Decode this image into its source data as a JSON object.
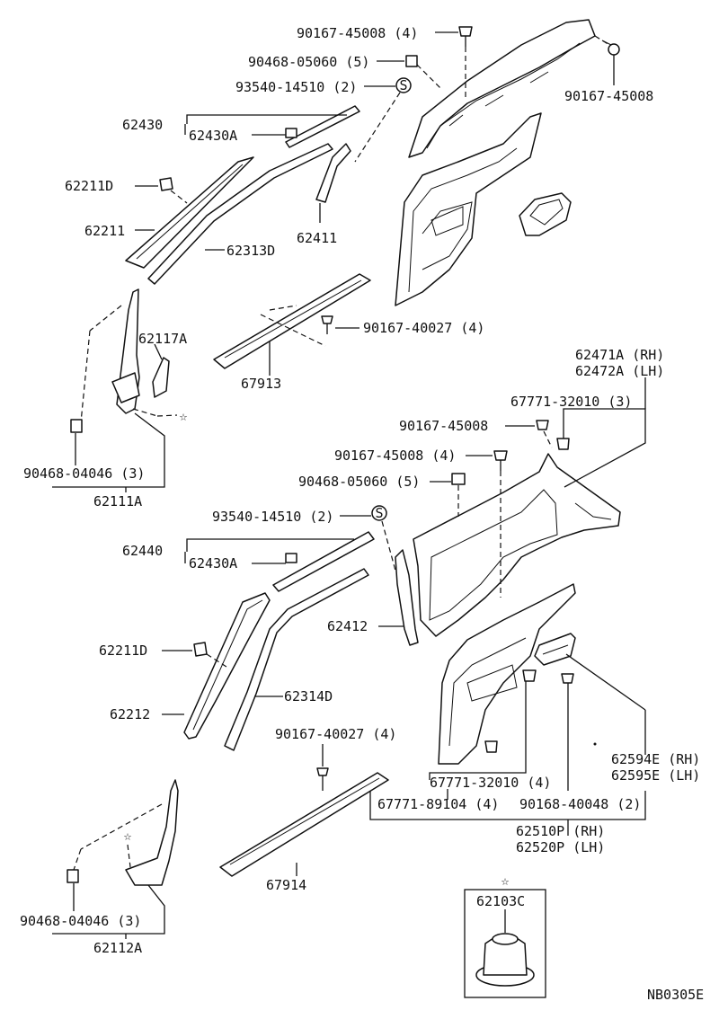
{
  "labels": {
    "l01": "90167-45008 (4)",
    "l02": "90468-05060 (5)",
    "l03": "93540-14510 (2)",
    "l04": "90167-45008",
    "l05": "62430",
    "l06": "62430A",
    "l07": "62211D",
    "l08": "62211",
    "l09": "62313D",
    "l10": "62411",
    "l11": "90167-40027 (4)",
    "l12": "62117A",
    "l13": "67913",
    "l14": "90468-04046 (3)",
    "l15": "62111A",
    "l16": "62471A (RH)",
    "l17": "62472A (LH)",
    "l18": "67771-32010 (3)",
    "l19": "90167-45008",
    "l20": "90167-45008 (4)",
    "l21": "90468-05060 (5)",
    "l22": "93540-14510 (2)",
    "l23": "62440",
    "l24": "62430A",
    "l25": "62412",
    "l26": "62211D",
    "l27": "62212",
    "l28": "62314D",
    "l29": "90167-40027 (4)",
    "l30": "67771-32010 (4)",
    "l31": "67771-89104 (4)",
    "l32": "90168-40048 (2)",
    "l33": "62594E (RH)",
    "l34": "62595E (LH)",
    "l35": "62510P (RH)",
    "l36": "62520P (LH)",
    "l37": "67914",
    "l38": "90468-04046 (3)",
    "l39": "62112A",
    "l40": "62103C",
    "l41": "NB0305E"
  },
  "markers": {
    "s_symbol": "S",
    "star": "☆"
  }
}
